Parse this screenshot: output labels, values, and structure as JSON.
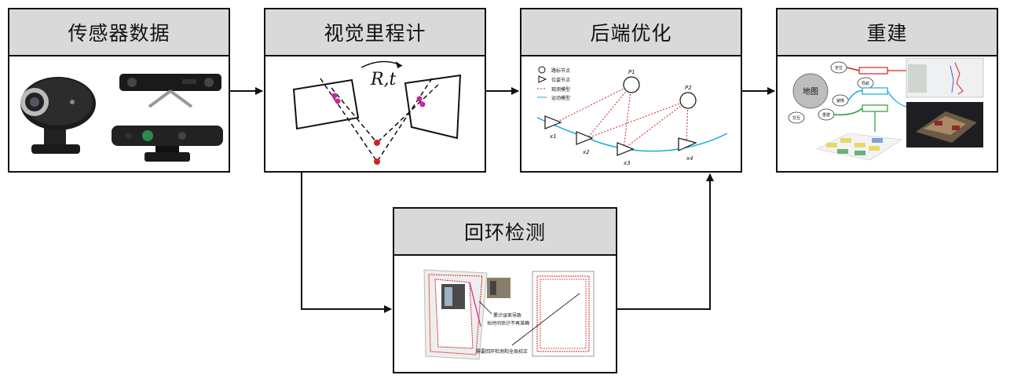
{
  "blocks": {
    "sensor": {
      "title": "传感器数据"
    },
    "vo": {
      "title": "视觉里程计",
      "motion_label": "R,t"
    },
    "backend": {
      "title": "后端优化",
      "legend": [
        "路标节点",
        "位姿节点",
        "观测模型",
        "运动模型"
      ],
      "landmarks": [
        "P1",
        "P2"
      ],
      "poses": [
        "x1",
        "x2",
        "x3",
        "x4"
      ]
    },
    "rebuild": {
      "title": "重建",
      "map_label": "地图",
      "nodes": [
        "定位",
        "导航",
        "避障",
        "重建",
        "交互"
      ]
    },
    "loop": {
      "title": "回环检测",
      "note1": "累计误差导致",
      "note2": "长时间估计不再准确",
      "note3": "需要回环检测和全局校正"
    }
  },
  "colors": {
    "header_bg": "#d9d9d9",
    "landmark_red": "#d62020",
    "motion_cyan": "#1aa9d6",
    "magenta_point": "#d0259a"
  }
}
